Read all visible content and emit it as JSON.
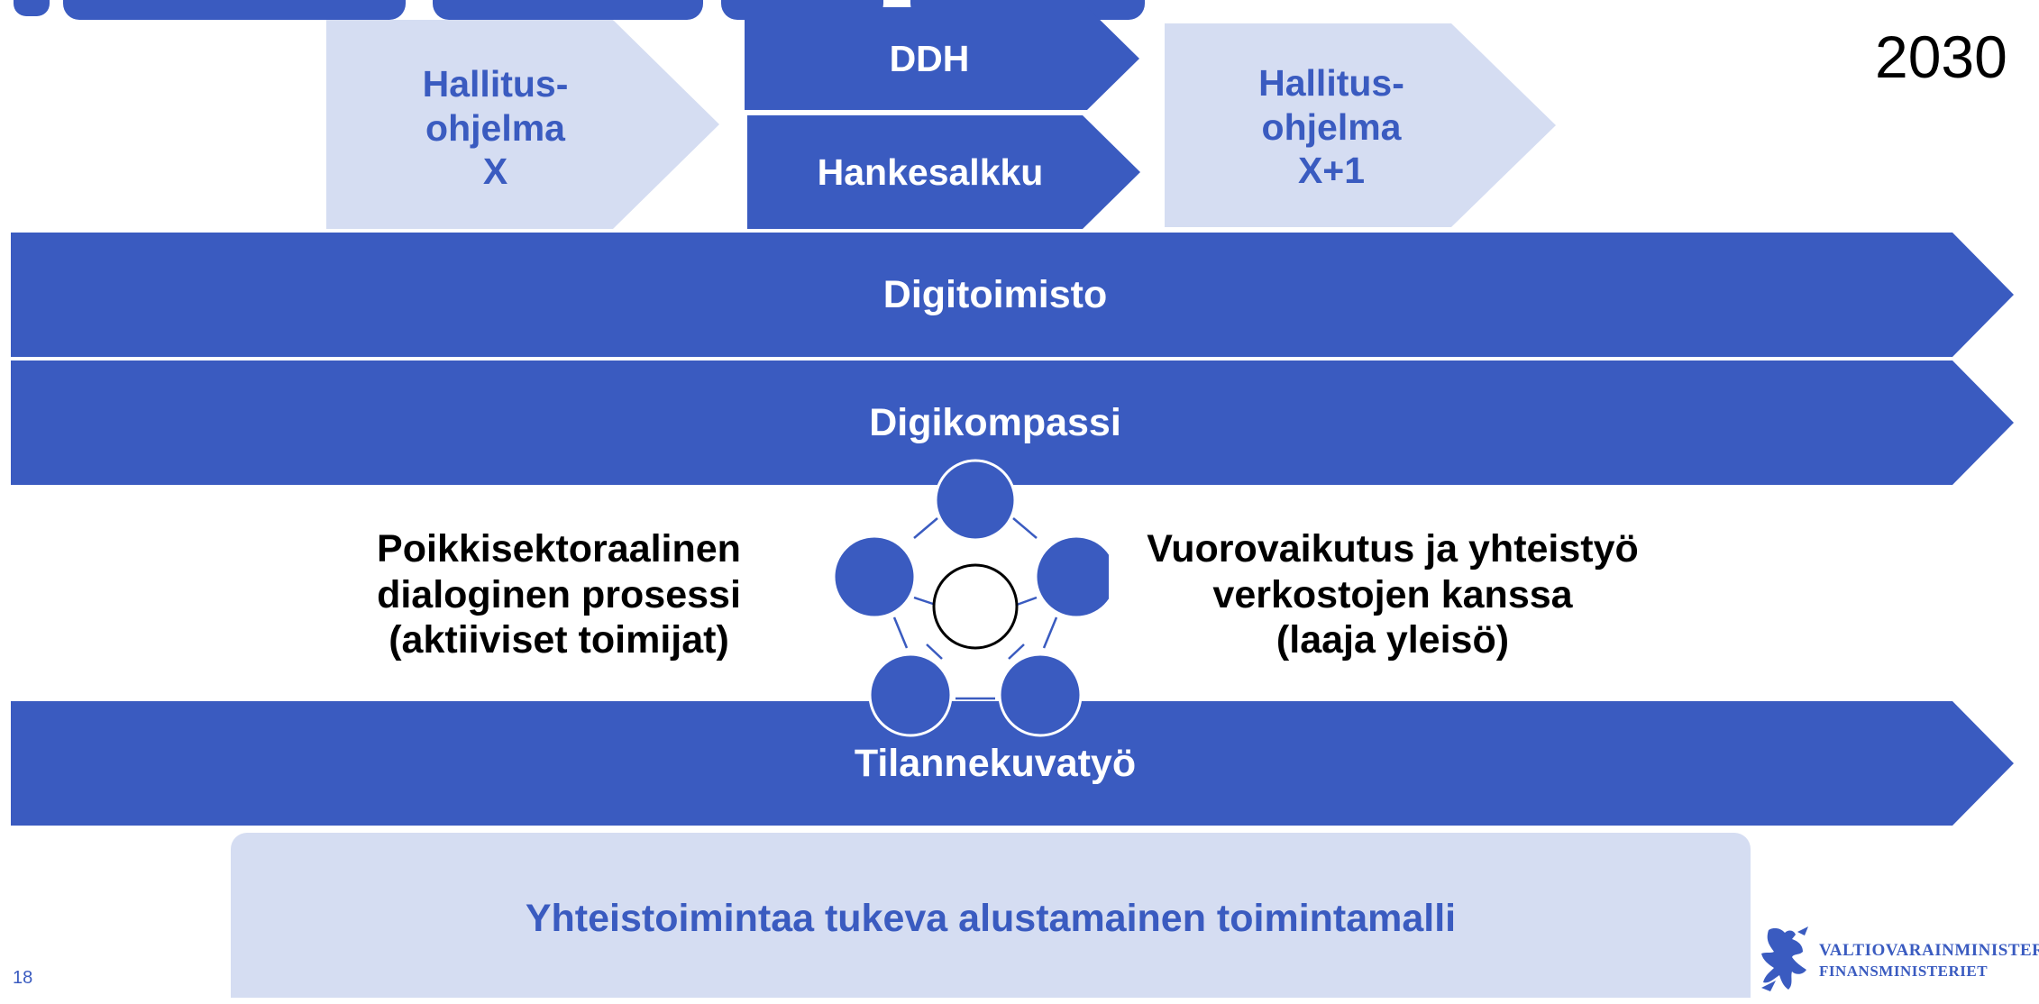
{
  "colors": {
    "dark_blue": "#3a5bc0",
    "light_blue": "#d5ddf2",
    "white": "#ffffff",
    "black": "#000000"
  },
  "slide": {
    "year": "2030",
    "page_number": "18"
  },
  "top_chevrons": {
    "left": {
      "lines": [
        "Hallitus-",
        "ohjelma",
        "X"
      ]
    },
    "middle_top": {
      "label": "DDH"
    },
    "middle_bottom": {
      "label": "Hankesalkku"
    },
    "right": {
      "lines": [
        "Hallitus-",
        "ohjelma",
        "X+1"
      ]
    }
  },
  "bands": {
    "digitoimisto": "Digitoimisto",
    "digikompassi": "Digikompassi",
    "tilannekuvatyo": "Tilannekuvatyö"
  },
  "process": {
    "left_lines": [
      "Poikkisektoraalinen",
      "dialoginen prosessi",
      "(aktiiviset toimijat)"
    ],
    "right_lines": [
      "Vuorovaikutus ja yhteistyö",
      "verkostojen kanssa",
      "(laaja yleisö)"
    ]
  },
  "platform": {
    "label": "Yhteistoimintaa tukeva alustamainen toimintamalli"
  },
  "logo": {
    "line1": "VALTIOVARAINMINISTERIÖ",
    "line2": "FINANSMINISTERIET",
    "icon": "lion-coat-of-arms-icon"
  }
}
